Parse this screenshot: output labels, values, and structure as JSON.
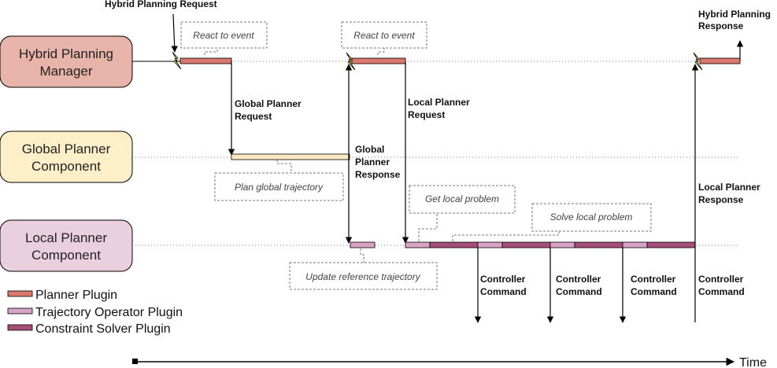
{
  "title": "Hybrid Planning Request",
  "response_top": [
    "Hybrid Planning",
    "Response"
  ],
  "lanes": {
    "manager": [
      "Hybrid Planning",
      "Manager"
    ],
    "global": [
      "Global Planner",
      "Component"
    ],
    "local": [
      "Local Planner",
      "Component"
    ]
  },
  "notes": {
    "react1": "React to event",
    "react2": "React to event",
    "plan_global": "Plan global trajectory",
    "get_local": "Get local problem",
    "solve_local": "Solve local problem",
    "update_ref": "Update reference trajectory"
  },
  "messages": {
    "global_request": [
      "Global Planner",
      "Request"
    ],
    "global_response": [
      "Global",
      "Planner",
      "Response"
    ],
    "local_request": [
      "Local Planner",
      "Request"
    ],
    "local_response": [
      "Local Planner",
      "Response"
    ],
    "controller_command": [
      "Controller",
      "Command"
    ]
  },
  "legend": {
    "planner": "Planner Plugin",
    "trajectory": "Trajectory Operator Plugin",
    "constraint": "Constraint Solver Plugin"
  },
  "time_label": "Time",
  "colors": {
    "manager_fill": "#e8b4aa",
    "global_fill": "#fdf0c8",
    "local_fill": "#ead0de",
    "planner": "#d9786b",
    "trajectory": "#d8a3c4",
    "constraint": "#a64d79",
    "global_bar": "#fde8c6",
    "event": "#f3e83a"
  }
}
